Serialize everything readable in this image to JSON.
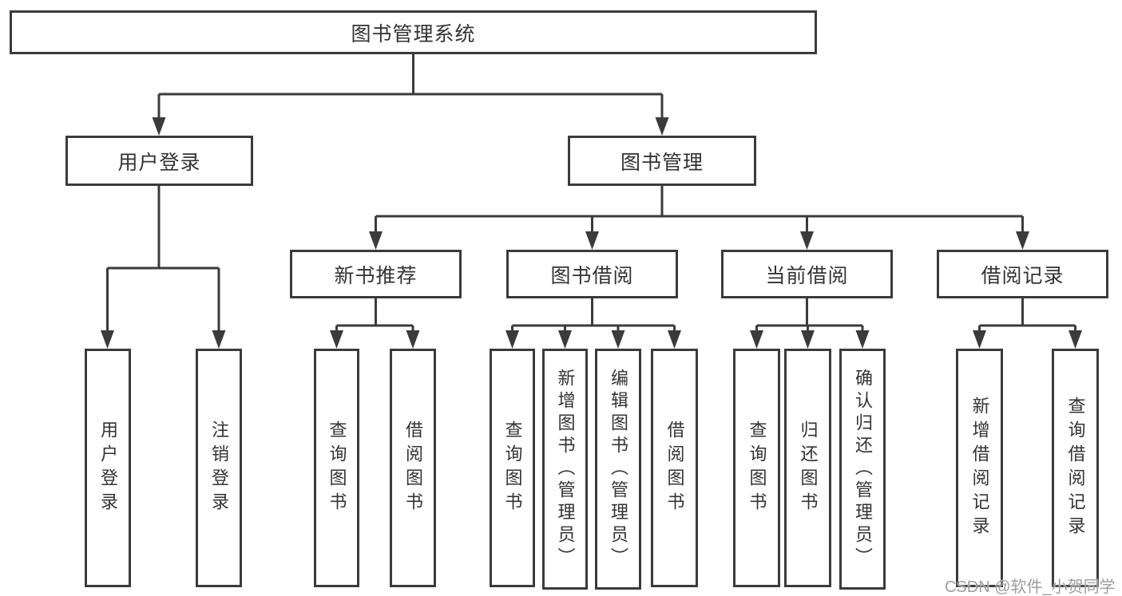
{
  "tree": {
    "label": "图书管理系统",
    "children": [
      {
        "label": "用户登录",
        "children": [
          {
            "label": "用户登录"
          },
          {
            "label": "注销登录"
          }
        ]
      },
      {
        "label": "图书管理",
        "children": [
          {
            "label": "新书推荐",
            "children": [
              {
                "label": "查询图书"
              },
              {
                "label": "借阅图书"
              }
            ]
          },
          {
            "label": "图书借阅",
            "children": [
              {
                "label": "查询图书"
              },
              {
                "label": "新增图书（管理员）"
              },
              {
                "label": "编辑图书（管理员）"
              },
              {
                "label": "借阅图书"
              }
            ]
          },
          {
            "label": "当前借阅",
            "children": [
              {
                "label": "查询图书"
              },
              {
                "label": "归还图书"
              },
              {
                "label": "确认归还（管理员）"
              }
            ]
          },
          {
            "label": "借阅记录",
            "children": [
              {
                "label": "新增借阅记录"
              },
              {
                "label": "查询借阅记录"
              }
            ]
          }
        ]
      }
    ]
  },
  "watermark": {
    "text": "CSDN @软件_小贺同学"
  },
  "colors": {
    "line": "#3b3b3b",
    "box_border": "#3b3b3b",
    "text": "#333333",
    "background": "#ffffff",
    "watermark": "#9e9e9e"
  },
  "diagram_type": "hierarchy-org-chart"
}
